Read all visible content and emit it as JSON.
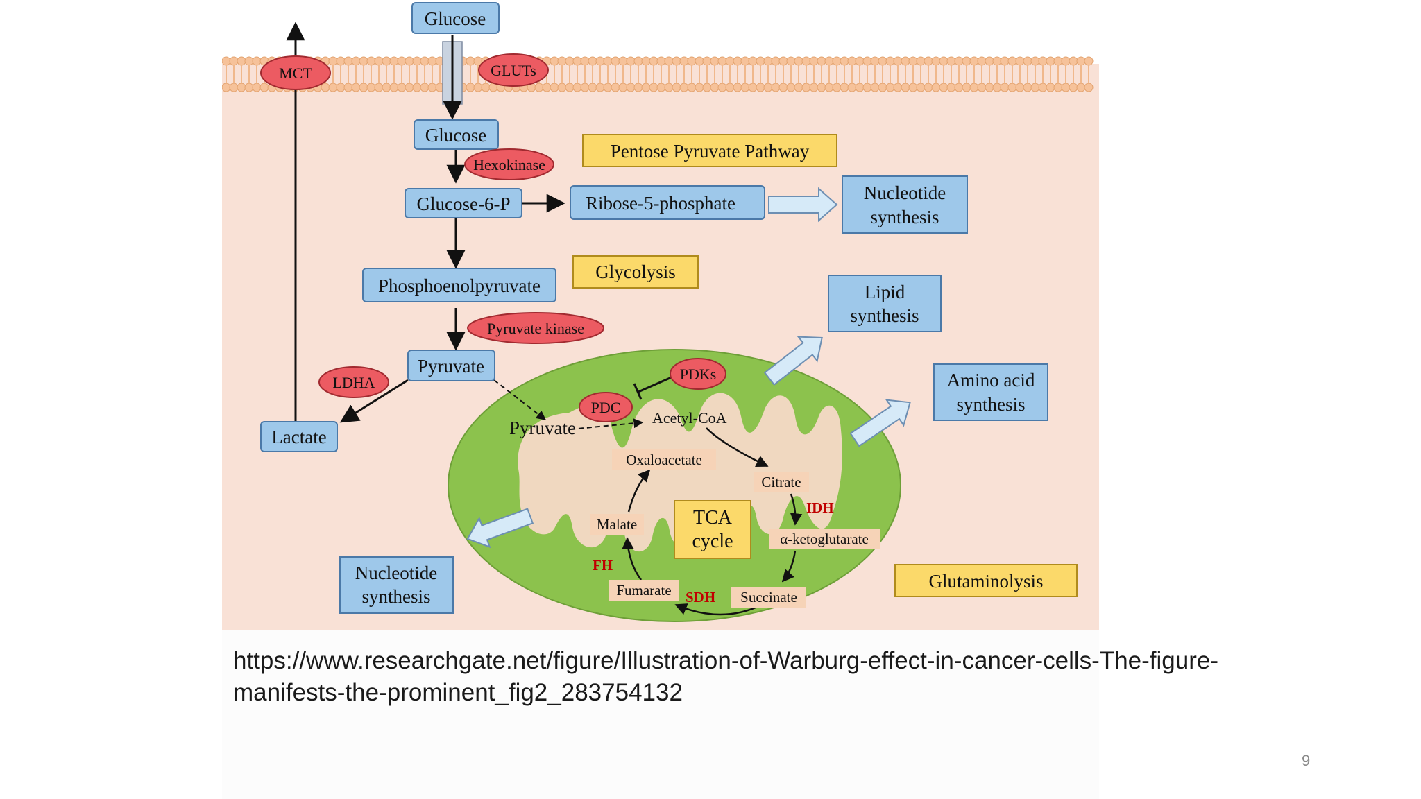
{
  "diagram": {
    "metabolites": {
      "glucose_ext": "Glucose",
      "glucose_int": "Glucose",
      "g6p": "Glucose-6-P",
      "r5p": "Ribose-5-phosphate",
      "pep": "Phosphoenolpyruvate",
      "pyruvate": "Pyruvate",
      "lactate": "Lactate",
      "pyruvate_mito": "Pyruvate",
      "acetyl_coa": "Acetyl-CoA"
    },
    "enzymes": {
      "mct": "MCT",
      "gluts": "GLUTs",
      "hexokinase": "Hexokinase",
      "pyruvate_kinase": "Pyruvate kinase",
      "ldha": "LDHA",
      "pdks": "PDKs",
      "pdc": "PDC"
    },
    "pathways": {
      "ppp": "Pentose Pyruvate Pathway",
      "glycolysis": "Glycolysis",
      "glutaminolysis": "Glutaminolysis"
    },
    "outputs": {
      "nucleotide_top_line1": "Nucleotide",
      "nucleotide_top_line2": "synthesis",
      "lipid_line1": "Lipid",
      "lipid_line2": "synthesis",
      "amino_line1": "Amino acid",
      "amino_line2": "synthesis",
      "nucleotide_bottom_line1": "Nucleotide",
      "nucleotide_bottom_line2": "synthesis"
    },
    "tca": {
      "center_line1": "TCA",
      "center_line2": "cycle",
      "oxaloacetate": "Oxaloacetate",
      "citrate": "Citrate",
      "akg": "α-ketoglutarate",
      "succinate": "Succinate",
      "fumarate": "Fumarate",
      "malate": "Malate",
      "idh": "IDH",
      "sdh": "SDH",
      "fh": "FH"
    },
    "colors": {
      "cytoplasm": "#f9e1d6",
      "membrane": "#f6c29a",
      "metabolite_box": "#9ec8ea",
      "enzyme": "#ec5b62",
      "pathway_label": "#fbd96a",
      "mitochondrion": "#8cc24d",
      "tca_node": "#f6d3b7",
      "enzyme_text_red": "#c00000"
    }
  },
  "footer": {
    "source_url": "https://www.researchgate.net/figure/Illustration-of-Warburg-effect-in-cancer-cells-The-figure-manifests-the-prominent_fig2_283754132",
    "page_number": "9"
  }
}
